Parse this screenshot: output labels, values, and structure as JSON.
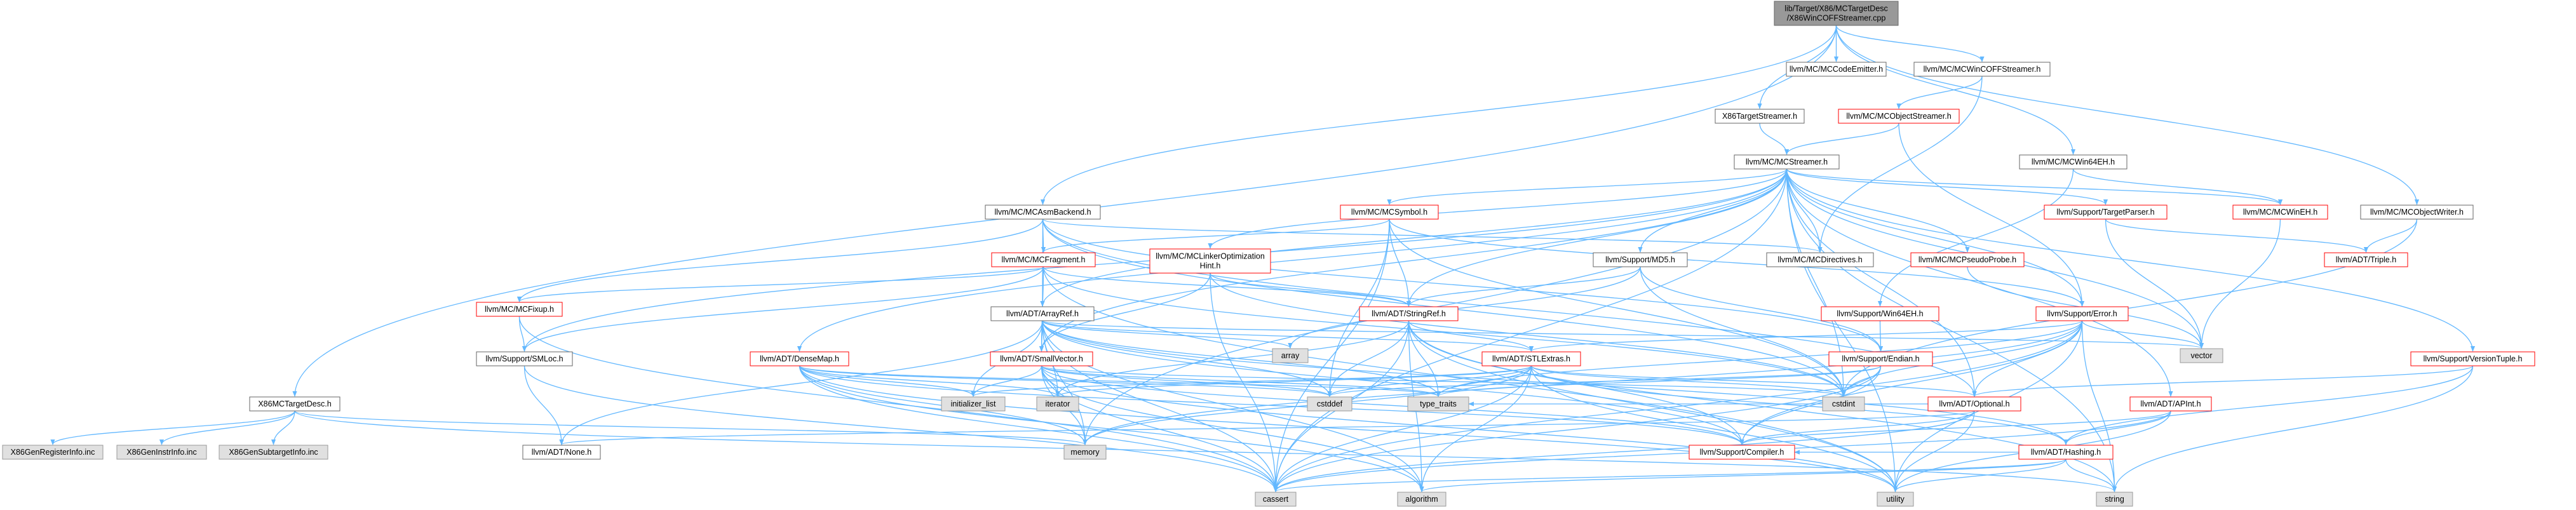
{
  "colors": {
    "edge": "#63b8ff",
    "root_fill": "#999999",
    "normal_border": "#666666",
    "truncated_border": "#ff0000",
    "system_fill": "#e0e0e0",
    "system_border": "#999999",
    "text": "#000000"
  },
  "nodes": [
    {
      "id": "root",
      "kind": "root",
      "lines": [
        "lib/Target/X86/MCTargetDesc",
        "/X86WinCOFFStreamer.cpp"
      ]
    },
    {
      "id": "mccodeemitter",
      "kind": "normal",
      "lines": [
        "llvm/MC/MCCodeEmitter.h"
      ]
    },
    {
      "id": "mcwincoffstreamer",
      "kind": "normal",
      "lines": [
        "llvm/MC/MCWinCOFFStreamer.h"
      ]
    },
    {
      "id": "x86targetstreamer",
      "kind": "normal",
      "lines": [
        "X86TargetStreamer.h"
      ]
    },
    {
      "id": "mcobjectstreamer",
      "kind": "truncated",
      "lines": [
        "llvm/MC/MCObjectStreamer.h"
      ]
    },
    {
      "id": "mcstreamer",
      "kind": "normal",
      "lines": [
        "llvm/MC/MCStreamer.h"
      ]
    },
    {
      "id": "mcwin64eh",
      "kind": "normal",
      "lines": [
        "llvm/MC/MCWin64EH.h"
      ]
    },
    {
      "id": "mcasmbackend",
      "kind": "normal",
      "lines": [
        "llvm/MC/MCAsmBackend.h"
      ]
    },
    {
      "id": "mcsymbol",
      "kind": "truncated",
      "lines": [
        "llvm/MC/MCSymbol.h"
      ]
    },
    {
      "id": "targetparser",
      "kind": "truncated",
      "lines": [
        "llvm/Support/TargetParser.h"
      ]
    },
    {
      "id": "mcwineh",
      "kind": "truncated",
      "lines": [
        "llvm/MC/MCWinEH.h"
      ]
    },
    {
      "id": "mcobjectwriter",
      "kind": "normal",
      "lines": [
        "llvm/MC/MCObjectWriter.h"
      ]
    },
    {
      "id": "mclinkeropt",
      "kind": "truncated",
      "lines": [
        "llvm/MC/MCLinkerOptimization",
        "Hint.h"
      ]
    },
    {
      "id": "mcfragment",
      "kind": "truncated",
      "lines": [
        "llvm/MC/MCFragment.h"
      ]
    },
    {
      "id": "mcdirectives",
      "kind": "normal",
      "lines": [
        "llvm/MC/MCDirectives.h"
      ]
    },
    {
      "id": "md5",
      "kind": "normal",
      "lines": [
        "llvm/Support/MD5.h"
      ]
    },
    {
      "id": "mcpseudoprobe",
      "kind": "truncated",
      "lines": [
        "llvm/MC/MCPseudoProbe.h"
      ]
    },
    {
      "id": "triple",
      "kind": "truncated",
      "lines": [
        "llvm/ADT/Triple.h"
      ]
    },
    {
      "id": "mcfixup",
      "kind": "truncated",
      "lines": [
        "llvm/MC/MCFixup.h"
      ]
    },
    {
      "id": "arrayref",
      "kind": "normal",
      "lines": [
        "llvm/ADT/ArrayRef.h"
      ]
    },
    {
      "id": "stringref",
      "kind": "truncated",
      "lines": [
        "llvm/ADT/StringRef.h"
      ]
    },
    {
      "id": "win64eh",
      "kind": "truncated",
      "lines": [
        "llvm/Support/Win64EH.h"
      ]
    },
    {
      "id": "error",
      "kind": "truncated",
      "lines": [
        "llvm/Support/Error.h"
      ]
    },
    {
      "id": "vector",
      "kind": "system",
      "lines": [
        "vector"
      ]
    },
    {
      "id": "smloc",
      "kind": "normal",
      "lines": [
        "llvm/Support/SMLoc.h"
      ]
    },
    {
      "id": "array",
      "kind": "system",
      "lines": [
        "array"
      ]
    },
    {
      "id": "densemap",
      "kind": "truncated",
      "lines": [
        "llvm/ADT/DenseMap.h"
      ]
    },
    {
      "id": "smallvector",
      "kind": "truncated",
      "lines": [
        "llvm/ADT/SmallVector.h"
      ]
    },
    {
      "id": "stlextras",
      "kind": "truncated",
      "lines": [
        "llvm/ADT/STLExtras.h"
      ]
    },
    {
      "id": "endian",
      "kind": "truncated",
      "lines": [
        "llvm/Support/Endian.h"
      ]
    },
    {
      "id": "versiontuple",
      "kind": "truncated",
      "lines": [
        "llvm/Support/VersionTuple.h"
      ]
    },
    {
      "id": "x86mctargetdesc",
      "kind": "normal",
      "lines": [
        "X86MCTargetDesc.h"
      ]
    },
    {
      "id": "initializer_list",
      "kind": "system",
      "lines": [
        "initializer_list"
      ]
    },
    {
      "id": "iterator",
      "kind": "system",
      "lines": [
        "iterator"
      ]
    },
    {
      "id": "type_traits",
      "kind": "system",
      "lines": [
        "type_traits"
      ]
    },
    {
      "id": "cstddef",
      "kind": "system",
      "lines": [
        "cstddef"
      ]
    },
    {
      "id": "cstdint",
      "kind": "system",
      "lines": [
        "cstdint"
      ]
    },
    {
      "id": "optional",
      "kind": "truncated",
      "lines": [
        "llvm/ADT/Optional.h"
      ]
    },
    {
      "id": "apint",
      "kind": "truncated",
      "lines": [
        "llvm/ADT/APInt.h"
      ]
    },
    {
      "id": "x86genregisterinfo",
      "kind": "system",
      "lines": [
        "X86GenRegisterInfo.inc"
      ]
    },
    {
      "id": "x86geninstrinfo",
      "kind": "system",
      "lines": [
        "X86GenInstrInfo.inc"
      ]
    },
    {
      "id": "x86gensubtargetinfo",
      "kind": "system",
      "lines": [
        "X86GenSubtargetInfo.inc"
      ]
    },
    {
      "id": "none",
      "kind": "normal",
      "lines": [
        "llvm/ADT/None.h"
      ]
    },
    {
      "id": "memory",
      "kind": "system",
      "lines": [
        "memory"
      ]
    },
    {
      "id": "compiler",
      "kind": "truncated",
      "lines": [
        "llvm/Support/Compiler.h"
      ]
    },
    {
      "id": "hashing",
      "kind": "truncated",
      "lines": [
        "llvm/ADT/Hashing.h"
      ]
    },
    {
      "id": "cassert",
      "kind": "system",
      "lines": [
        "cassert"
      ]
    },
    {
      "id": "algorithm",
      "kind": "system",
      "lines": [
        "algorithm"
      ]
    },
    {
      "id": "utility",
      "kind": "system",
      "lines": [
        "utility"
      ]
    },
    {
      "id": "string",
      "kind": "system",
      "lines": [
        "string"
      ]
    }
  ],
  "edges": [
    [
      "root",
      "mccodeemitter"
    ],
    [
      "root",
      "mcwincoffstreamer"
    ],
    [
      "root",
      "x86targetstreamer"
    ],
    [
      "root",
      "mcwin64eh"
    ],
    [
      "root",
      "mcasmbackend"
    ],
    [
      "root",
      "mcobjectwriter"
    ],
    [
      "root",
      "x86mctargetdesc"
    ],
    [
      "mcwincoffstreamer",
      "mcobjectstreamer"
    ],
    [
      "mcwincoffstreamer",
      "mcdirectives"
    ],
    [
      "x86targetstreamer",
      "mcstreamer"
    ],
    [
      "mcobjectstreamer",
      "mcstreamer"
    ],
    [
      "mcobjectstreamer",
      "error"
    ],
    [
      "mcwin64eh",
      "mcwineh"
    ],
    [
      "mcwin64eh",
      "win64eh"
    ],
    [
      "mcstreamer",
      "mcsymbol"
    ],
    [
      "mcstreamer",
      "targetparser"
    ],
    [
      "mcstreamer",
      "mcwineh"
    ],
    [
      "mcstreamer",
      "mclinkeropt"
    ],
    [
      "mcstreamer",
      "mcdirectives"
    ],
    [
      "mcstreamer",
      "md5"
    ],
    [
      "mcstreamer",
      "mcpseudoprobe"
    ],
    [
      "mcstreamer",
      "arrayref"
    ],
    [
      "mcstreamer",
      "stringref"
    ],
    [
      "mcstreamer",
      "error"
    ],
    [
      "mcstreamer",
      "smloc"
    ],
    [
      "mcstreamer",
      "smallvector"
    ],
    [
      "mcstreamer",
      "versiontuple"
    ],
    [
      "mcstreamer",
      "optional"
    ],
    [
      "mcstreamer",
      "apint"
    ],
    [
      "mcstreamer",
      "vector"
    ],
    [
      "mcstreamer",
      "cassert"
    ],
    [
      "mcstreamer",
      "cstdint"
    ],
    [
      "mcstreamer",
      "memory"
    ],
    [
      "mcstreamer",
      "string"
    ],
    [
      "mcstreamer",
      "utility"
    ],
    [
      "mcstreamer",
      "densemap"
    ],
    [
      "mcasmbackend",
      "mcfragment"
    ],
    [
      "mcasmbackend",
      "mcfixup"
    ],
    [
      "mcasmbackend",
      "arrayref"
    ],
    [
      "mcasmbackend",
      "mcdirectives"
    ],
    [
      "mcasmbackend",
      "endian"
    ],
    [
      "mcasmbackend",
      "optional"
    ],
    [
      "mcasmbackend",
      "cstdint"
    ],
    [
      "mcsymbol",
      "mcfragment"
    ],
    [
      "mcsymbol",
      "stringref"
    ],
    [
      "mcsymbol",
      "error"
    ],
    [
      "mcsymbol",
      "cassert"
    ],
    [
      "mcsymbol",
      "cstddef"
    ],
    [
      "mcsymbol",
      "cstdint"
    ],
    [
      "targetparser",
      "triple"
    ],
    [
      "targetparser",
      "vector"
    ],
    [
      "mcwineh",
      "vector"
    ],
    [
      "mcobjectwriter",
      "triple"
    ],
    [
      "mcobjectwriter",
      "cstdint"
    ],
    [
      "mclinkeropt",
      "stringref"
    ],
    [
      "mclinkeropt",
      "smallvector"
    ],
    [
      "mclinkeropt",
      "cassert"
    ],
    [
      "mclinkeropt",
      "cstdint"
    ],
    [
      "mcfragment",
      "arrayref"
    ],
    [
      "mcfragment",
      "smallvector"
    ],
    [
      "mcfragment",
      "stringref"
    ],
    [
      "mcfragment",
      "smloc"
    ],
    [
      "mcfragment",
      "mcfixup"
    ],
    [
      "mcfragment",
      "cstdint"
    ],
    [
      "mcfragment",
      "utility"
    ],
    [
      "md5",
      "stringref"
    ],
    [
      "md5",
      "endian"
    ],
    [
      "md5",
      "array"
    ],
    [
      "md5",
      "cstdint"
    ],
    [
      "mcpseudoprobe",
      "vector"
    ],
    [
      "mcfixup",
      "smloc"
    ],
    [
      "mcfixup",
      "cassert"
    ],
    [
      "arrayref",
      "hashing"
    ],
    [
      "arrayref",
      "none"
    ],
    [
      "arrayref",
      "smallvector"
    ],
    [
      "arrayref",
      "stlextras"
    ],
    [
      "arrayref",
      "compiler"
    ],
    [
      "arrayref",
      "algorithm"
    ],
    [
      "arrayref",
      "array"
    ],
    [
      "arrayref",
      "cassert"
    ],
    [
      "arrayref",
      "cstddef"
    ],
    [
      "arrayref",
      "initializer_list"
    ],
    [
      "arrayref",
      "iterator"
    ],
    [
      "arrayref",
      "memory"
    ],
    [
      "arrayref",
      "type_traits"
    ],
    [
      "arrayref",
      "vector"
    ],
    [
      "stringref",
      "stlextras"
    ],
    [
      "stringref",
      "compiler"
    ],
    [
      "stringref",
      "algorithm"
    ],
    [
      "stringref",
      "cassert"
    ],
    [
      "stringref",
      "cstddef"
    ],
    [
      "stringref",
      "cstring_placeholder"
    ],
    [
      "stringref",
      "iterator"
    ],
    [
      "stringref",
      "string"
    ],
    [
      "stringref",
      "type_traits"
    ],
    [
      "stringref",
      "utility"
    ],
    [
      "win64eh",
      "endian"
    ],
    [
      "error",
      "vector"
    ],
    [
      "error",
      "cstdint"
    ],
    [
      "error",
      "cassert"
    ],
    [
      "error",
      "memory"
    ],
    [
      "error",
      "string"
    ],
    [
      "error",
      "utility"
    ],
    [
      "error",
      "optional"
    ],
    [
      "error",
      "compiler"
    ],
    [
      "error",
      "type_traits"
    ],
    [
      "error",
      "stlextras"
    ],
    [
      "smloc",
      "none"
    ],
    [
      "smloc",
      "cassert"
    ],
    [
      "densemap",
      "compiler"
    ],
    [
      "densemap",
      "algorithm"
    ],
    [
      "densemap",
      "cassert"
    ],
    [
      "densemap",
      "cstddef"
    ],
    [
      "densemap",
      "initializer_list"
    ],
    [
      "densemap",
      "iterator"
    ],
    [
      "densemap",
      "type_traits"
    ],
    [
      "densemap",
      "utility"
    ],
    [
      "densemap",
      "memory"
    ],
    [
      "smallvector",
      "compiler"
    ],
    [
      "smallvector",
      "algorithm"
    ],
    [
      "smallvector",
      "cassert"
    ],
    [
      "smallvector",
      "cstddef"
    ],
    [
      "smallvector",
      "initializer_list"
    ],
    [
      "smallvector",
      "iterator"
    ],
    [
      "smallvector",
      "memory"
    ],
    [
      "smallvector",
      "type_traits"
    ],
    [
      "smallvector",
      "utility"
    ],
    [
      "smallvector",
      "cstdint"
    ],
    [
      "stlextras",
      "optional"
    ],
    [
      "stlextras",
      "hashing"
    ],
    [
      "stlextras",
      "algorithm"
    ],
    [
      "stlextras",
      "cassert"
    ],
    [
      "stlextras",
      "cstddef"
    ],
    [
      "stlextras",
      "cstdint"
    ],
    [
      "stlextras",
      "initializer_list"
    ],
    [
      "stlextras",
      "iterator"
    ],
    [
      "stlextras",
      "memory"
    ],
    [
      "stlextras",
      "type_traits"
    ],
    [
      "stlextras",
      "utility"
    ],
    [
      "endian",
      "compiler"
    ],
    [
      "endian",
      "cassert"
    ],
    [
      "endian",
      "cstddef"
    ],
    [
      "endian",
      "cstdint"
    ],
    [
      "endian",
      "type_traits"
    ],
    [
      "versiontuple",
      "optional"
    ],
    [
      "versiontuple",
      "hashing"
    ],
    [
      "versiontuple",
      "string"
    ],
    [
      "x86mctargetdesc",
      "x86genregisterinfo"
    ],
    [
      "x86mctargetdesc",
      "x86geninstrinfo"
    ],
    [
      "x86mctargetdesc",
      "x86gensubtargetinfo"
    ],
    [
      "x86mctargetdesc",
      "memory"
    ],
    [
      "x86mctargetdesc",
      "string"
    ],
    [
      "optional",
      "none"
    ],
    [
      "optional",
      "compiler"
    ],
    [
      "optional",
      "cassert"
    ],
    [
      "optional",
      "type_traits"
    ],
    [
      "optional",
      "utility"
    ],
    [
      "apint",
      "compiler"
    ],
    [
      "apint",
      "cassert"
    ],
    [
      "apint",
      "utility"
    ],
    [
      "apint",
      "hashing"
    ],
    [
      "hashing",
      "compiler"
    ],
    [
      "hashing",
      "algorithm"
    ],
    [
      "hashing",
      "cassert"
    ],
    [
      "hashing",
      "string"
    ],
    [
      "hashing",
      "utility"
    ]
  ]
}
